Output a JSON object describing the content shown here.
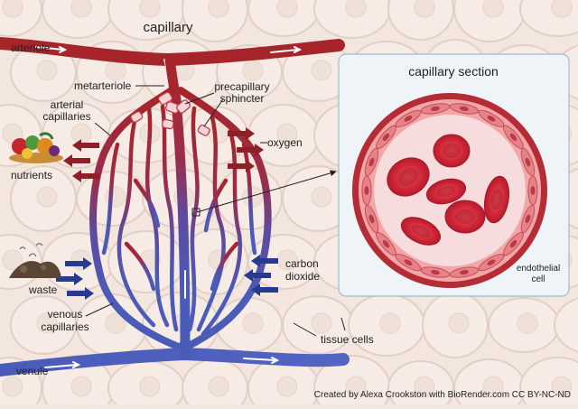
{
  "title": "capillary",
  "labels": {
    "arteriole": "arteriole",
    "metarteriole": "metarteriole",
    "precapillary_1": "precapillary",
    "precapillary_2": "sphincter",
    "arterial_1": "arterial",
    "arterial_2": "capillaries",
    "oxygen": "oxygen",
    "nutrients": "nutrients",
    "carbon_1": "carbon",
    "carbon_2": "dioxide",
    "waste": "waste",
    "venous_1": "venous",
    "venous_2": "capillaries",
    "tissue_cells": "tissue cells",
    "venule": "venule"
  },
  "inset": {
    "title": "capillary section",
    "endothelial_1": "endothelial",
    "endothelial_2": "cell"
  },
  "credit": "Created by Alexa Crookston with BioRender.com CC BY-NC-ND",
  "colors": {
    "arterial": "#a5252b",
    "venous": "#4a5bb8",
    "background": "#f3e6df",
    "cell_outline": "#e2cfc6",
    "rbc": "#cf2636",
    "arrow_out": "#8e1f26",
    "arrow_in": "#263a8f"
  }
}
